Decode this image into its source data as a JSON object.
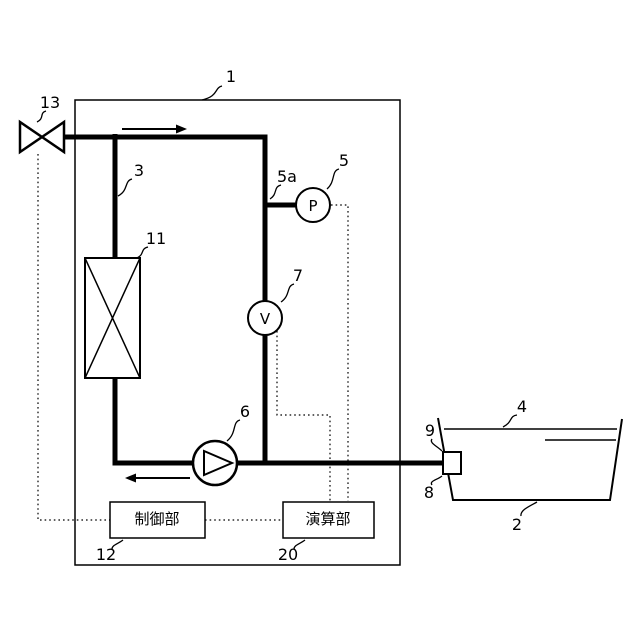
{
  "figure": {
    "background": "#ffffff",
    "line_color": "#000000"
  },
  "labels": {
    "system_box": "1",
    "tank_body": "2",
    "vertical_pipe": "3",
    "tank": "4",
    "pressure_sensor": "5",
    "sensor_branch": "5a",
    "pump": "6",
    "flow_sensor": "7",
    "inlet_lower": "8",
    "inlet_upper": "9",
    "heat_exchanger": "11",
    "control_unit_ref": "12",
    "valve": "13",
    "calc_unit_ref": "20"
  },
  "instruments": {
    "pressure_gauge": "P",
    "flow_gauge": "V"
  },
  "units": {
    "control": "制御部",
    "calculation": "演算部"
  }
}
